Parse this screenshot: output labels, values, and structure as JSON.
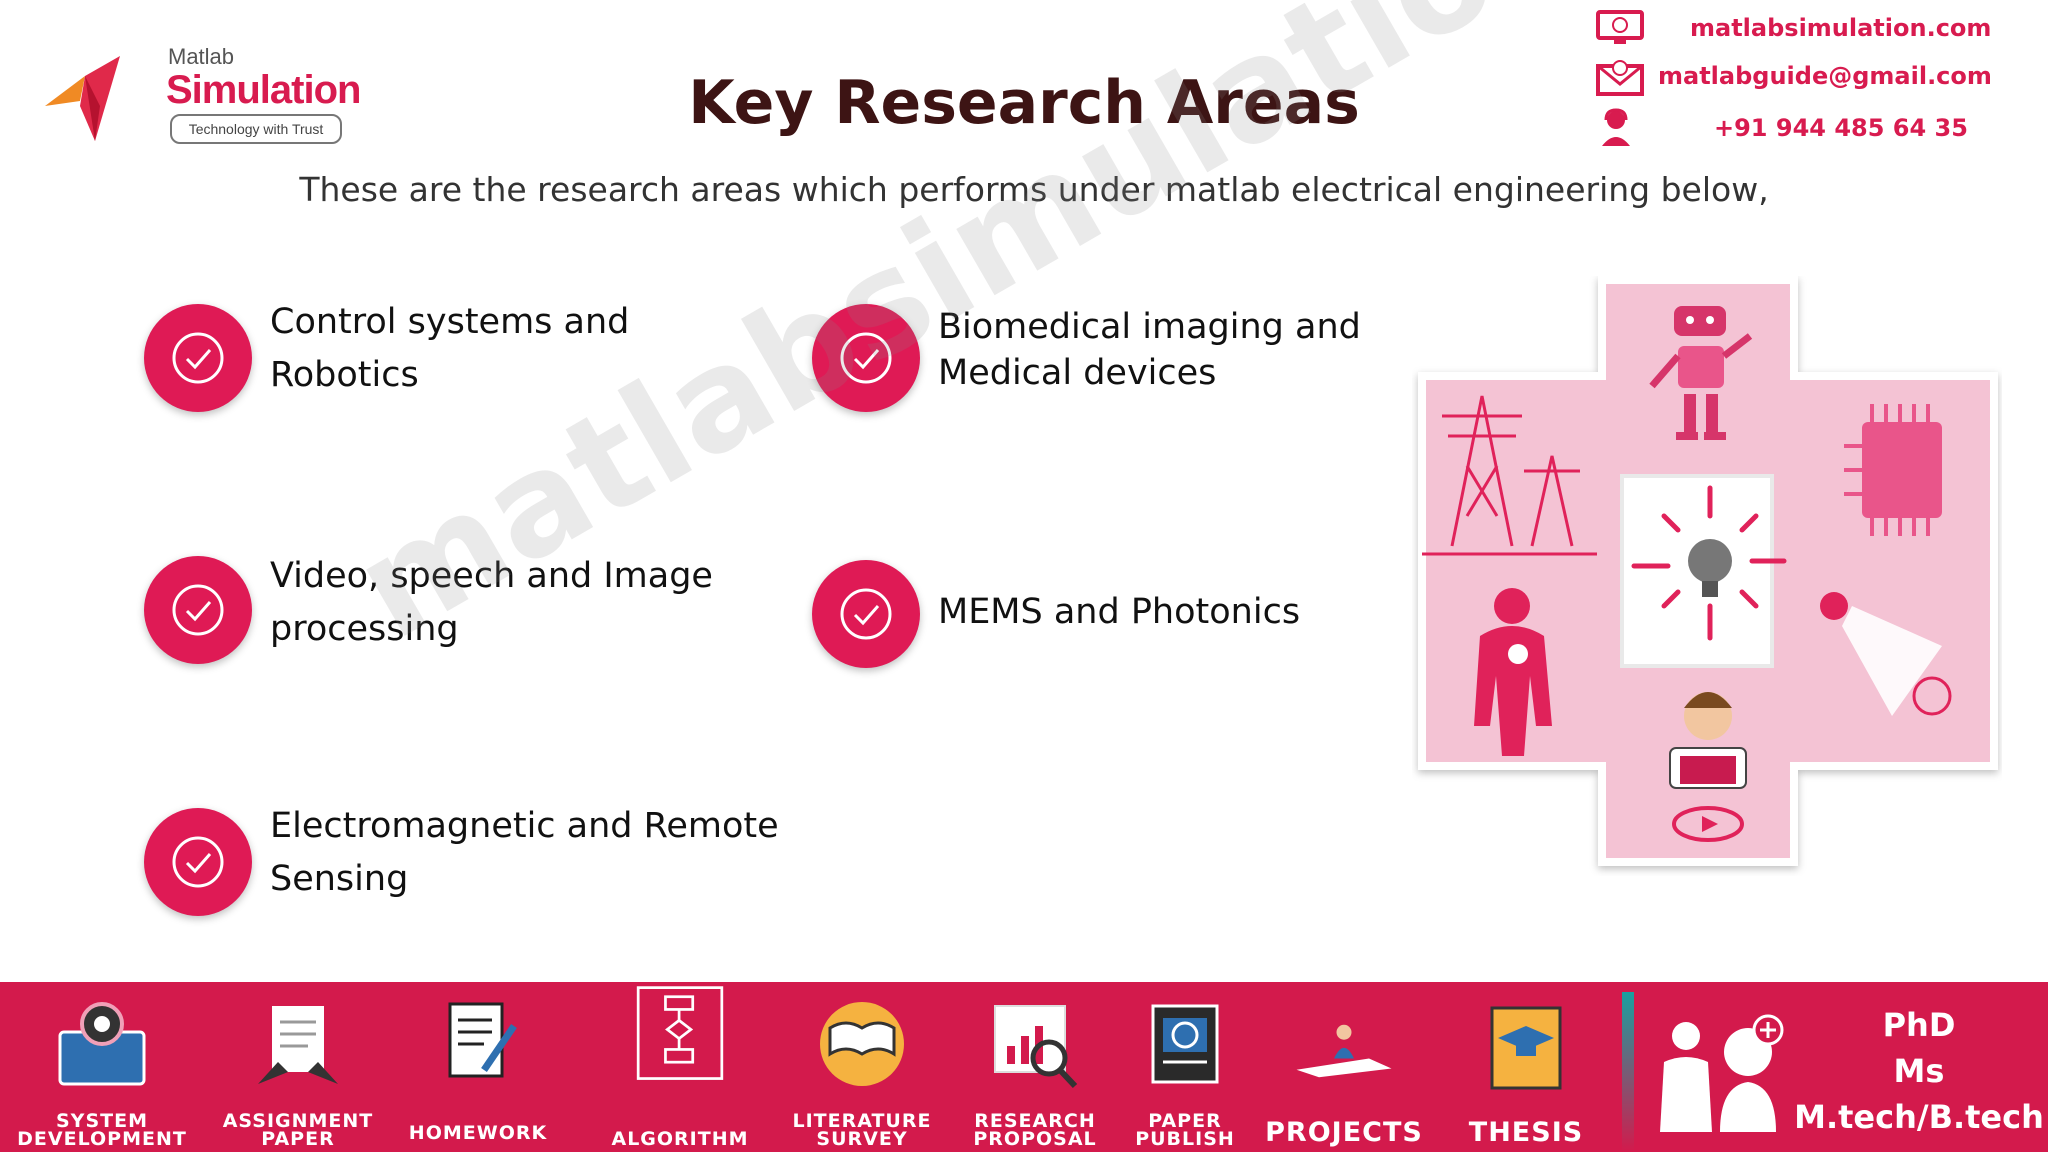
{
  "brand": {
    "small": "Matlab",
    "main": "Simulation",
    "tagline": "Technology with Trust"
  },
  "title": "Key Research Areas",
  "subtitle": "These are the research areas which performs under matlab electrical engineering below,",
  "contact": {
    "website": "matlabsimulation.com",
    "email": "matlabguide@gmail.com",
    "phone": "+91 944 485 64 35"
  },
  "areas": [
    {
      "line1": "Control systems and",
      "line2": "Robotics"
    },
    {
      "line1": "Biomedical imaging and",
      "line2": "Medical devices"
    },
    {
      "line1": "Video, speech and Image",
      "line2": "processing"
    },
    {
      "line1": "MEMS and Photonics",
      "line2": ""
    },
    {
      "line1": "Electromagnetic and Remote",
      "line2": "Sensing"
    }
  ],
  "watermark": "matlabsimulation.com",
  "nav": [
    {
      "line1": "SYSTEM",
      "line2": "DEVELOPMENT"
    },
    {
      "line1": "ASSIGNMENT",
      "line2": "PAPER"
    },
    {
      "line1": "HOMEWORK",
      "line2": ""
    },
    {
      "line1": "ALGORITHM",
      "line2": ""
    },
    {
      "line1": "LITERATURE",
      "line2": "SURVEY"
    },
    {
      "line1": "RESEARCH",
      "line2": "PROPOSAL"
    },
    {
      "line1": "PAPER",
      "line2": "PUBLISH"
    },
    {
      "line1": "PROJECTS",
      "line2": ""
    },
    {
      "line1": "THESIS",
      "line2": ""
    }
  ],
  "degrees": [
    "PhD",
    "Ms",
    "M.tech/B.tech"
  ],
  "colors": {
    "accent": "#d81b4f",
    "title": "#3d1414",
    "illustration_pink": "#f2bcd0"
  }
}
